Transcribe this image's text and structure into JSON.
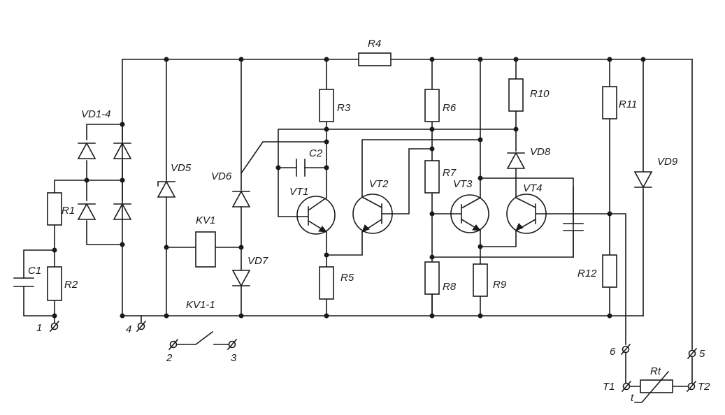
{
  "components": {
    "R1": "R1",
    "R2": "R2",
    "R3": "R3",
    "R4": "R4",
    "R5": "R5",
    "R6": "R6",
    "R7": "R7",
    "R8": "R8",
    "R9": "R9",
    "R10": "R10",
    "R11": "R11",
    "R12": "R12",
    "C1": "C1",
    "C2": "C2",
    "VD1_4": "VD1-4",
    "VD5": "VD5",
    "VD6": "VD6",
    "VD7": "VD7",
    "VD8": "VD8",
    "VD9": "VD9",
    "VT1": "VT1",
    "VT2": "VT2",
    "VT3": "VT3",
    "VT4": "VT4",
    "KV1": "KV1",
    "KV1_1": "KV1-1",
    "Rt": "Rt",
    "t": "t"
  },
  "terminals": {
    "t1": "1",
    "t2": "2",
    "t3": "3",
    "t4": "4",
    "t5": "5",
    "t6": "6",
    "T1": "T1",
    "T2": "T2"
  }
}
